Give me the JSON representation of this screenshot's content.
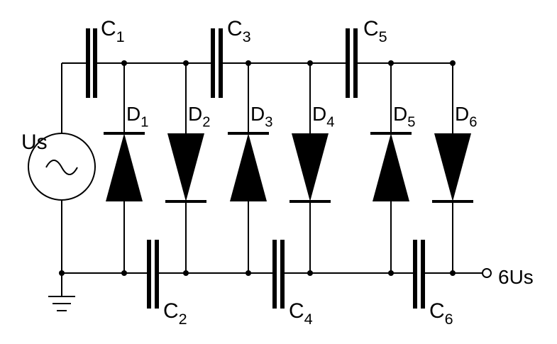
{
  "source": {
    "name": "Us"
  },
  "output": {
    "label": "6Us"
  },
  "capacitors": [
    {
      "name": "C",
      "sub": "1"
    },
    {
      "name": "C",
      "sub": "2"
    },
    {
      "name": "C",
      "sub": "3"
    },
    {
      "name": "C",
      "sub": "4"
    },
    {
      "name": "C",
      "sub": "5"
    },
    {
      "name": "C",
      "sub": "6"
    }
  ],
  "diodes": [
    {
      "name": "D",
      "sub": "1",
      "direction": "up"
    },
    {
      "name": "D",
      "sub": "2",
      "direction": "down"
    },
    {
      "name": "D",
      "sub": "3",
      "direction": "up"
    },
    {
      "name": "D",
      "sub": "4",
      "direction": "down"
    },
    {
      "name": "D",
      "sub": "5",
      "direction": "up"
    },
    {
      "name": "D",
      "sub": "6",
      "direction": "down"
    }
  ],
  "icons": {
    "source": "ac-source-icon",
    "ground": "ground-icon",
    "terminal": "output-terminal-icon"
  }
}
